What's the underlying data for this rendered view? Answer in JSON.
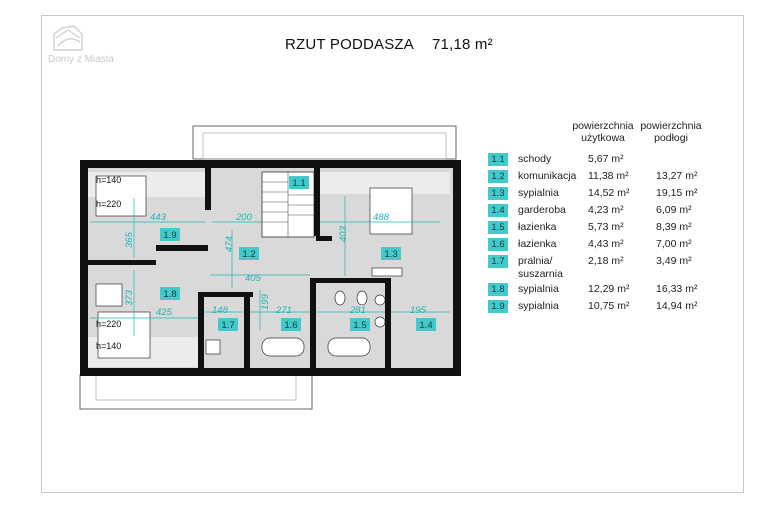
{
  "header": {
    "title": "RZUT PODDASZA",
    "area": "71,18 m²",
    "logo_text": "Domy z Miasta"
  },
  "legend": {
    "col_headers": [
      "powierzchnia użytkowa",
      "powierzchnia podłogi"
    ],
    "rooms": [
      {
        "num": "1.1",
        "name": "schody",
        "usable": "5,67 m²",
        "floor": ""
      },
      {
        "num": "1.2",
        "name": "komunikacja",
        "usable": "11,38 m²",
        "floor": "13,27 m²"
      },
      {
        "num": "1.3",
        "name": "sypialnia",
        "usable": "14,52 m²",
        "floor": "19,15 m²"
      },
      {
        "num": "1.4",
        "name": "garderoba",
        "usable": "4,23 m²",
        "floor": "6,09 m²"
      },
      {
        "num": "1.5",
        "name": "łazienka",
        "usable": "5,73 m²",
        "floor": "8,39 m²"
      },
      {
        "num": "1.6",
        "name": "łazienka",
        "usable": "4,43 m²",
        "floor": "7,00 m²"
      },
      {
        "num": "1.7",
        "name": "pralnia/ suszarnia",
        "usable": "2,18 m²",
        "floor": "3,49 m²"
      },
      {
        "num": "1.8",
        "name": "sypialnia",
        "usable": "12,29 m²",
        "floor": "16,33 m²"
      },
      {
        "num": "1.9",
        "name": "sypialnia",
        "usable": "10,75 m²",
        "floor": "14,94 m²"
      }
    ]
  },
  "plan": {
    "labels": {
      "r11": "1.1",
      "r12": "1.2",
      "r13": "1.3",
      "r14": "1.4",
      "r15": "1.5",
      "r16": "1.6",
      "r17": "1.7",
      "r18": "1.8",
      "r19": "1.9"
    },
    "heights": {
      "h140_top": "h=140",
      "h220_top": "h=220",
      "h220_bottom": "h=220",
      "h140_bottom": "h=140"
    },
    "dims": {
      "d443": "443",
      "d200": "200",
      "d488": "488",
      "d365": "365",
      "d474": "474",
      "d403": "403",
      "d405": "405",
      "d199": "199",
      "d373": "373",
      "d425": "425",
      "d148": "148",
      "d271": "271",
      "d281": "281",
      "d195": "195"
    }
  },
  "colors": {
    "accent": "#43c9c9",
    "wall": "#111111",
    "floor": "#d8d8d8",
    "dim": "#1fb5b5"
  }
}
